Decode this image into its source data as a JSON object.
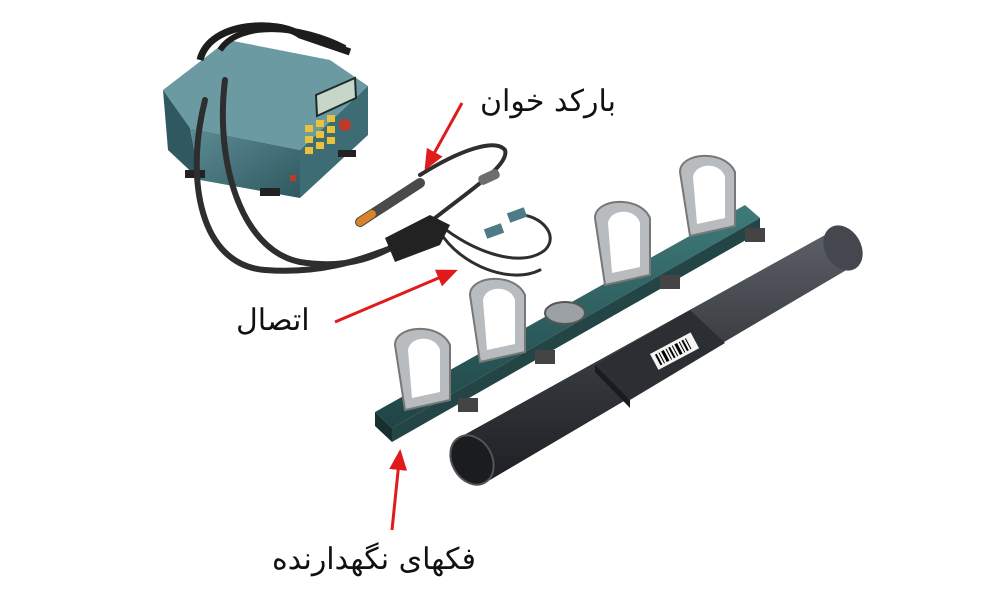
{
  "labels": {
    "barcode_scanner": "بارکد خوان",
    "connection": "اتصال",
    "holding_clamps": "فکهای نگهدارنده"
  },
  "colors": {
    "machine_body": "#3f6f78",
    "machine_dark": "#2b4a52",
    "cable": "#2e2e2e",
    "arrow": "#e01b1b",
    "rail": "#2f5f60",
    "clamp": "#b9bcbf",
    "pipe": "#3a3d42",
    "keypad_key": "#e8c23a"
  },
  "icons": {
    "machine": "electrofusion-machine-icon",
    "scanner": "barcode-scanner-pen-icon",
    "pipe": "pipe-icon",
    "barcode": "barcode-icon"
  }
}
